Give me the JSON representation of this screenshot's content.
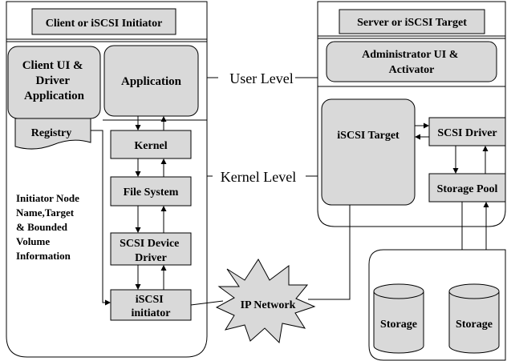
{
  "client": {
    "title": "Client or iSCSI Initiator",
    "ui_app": [
      "Client UI &",
      "Driver",
      "Application"
    ],
    "application": "Application",
    "registry": "Registry",
    "kernel": "Kernel",
    "file_system": "File System",
    "scsi_device_driver": [
      "SCSI Device",
      "Driver"
    ],
    "iscsi_initiator": [
      "iSCSI",
      "initiator"
    ],
    "info": [
      "Initiator Node",
      "Name,Target",
      "& Bounded",
      "Volume",
      "Information"
    ]
  },
  "server": {
    "title": "Server or iSCSI Target",
    "admin_ui": [
      "Administrator UI &",
      "Activator"
    ],
    "iscsi_target": "iSCSI Target",
    "scsi_driver": "SCSI Driver",
    "storage_pool": "Storage Pool"
  },
  "levels": {
    "user": "User Level",
    "kernel": "Kernel Level"
  },
  "network": "IP Network",
  "storage": {
    "disk1": "Storage",
    "disk2": "Storage"
  }
}
